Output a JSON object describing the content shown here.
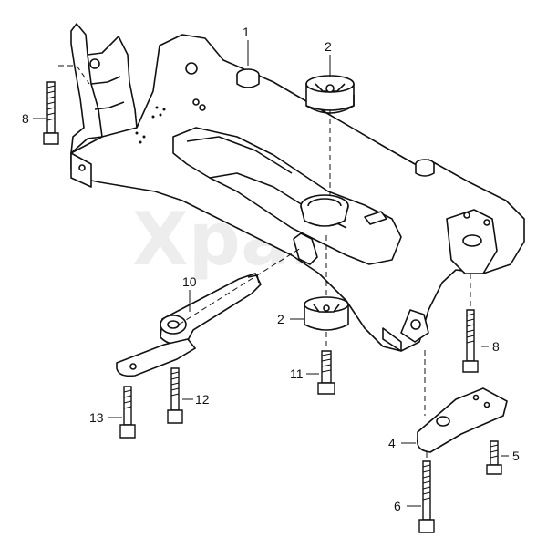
{
  "watermark": "Xparts",
  "callouts": [
    {
      "id": "c1",
      "text": "1"
    },
    {
      "id": "c2a",
      "text": "2"
    },
    {
      "id": "c2b",
      "text": "2"
    },
    {
      "id": "c4",
      "text": "4"
    },
    {
      "id": "c5",
      "text": "5"
    },
    {
      "id": "c6",
      "text": "6"
    },
    {
      "id": "c8a",
      "text": "8"
    },
    {
      "id": "c8b",
      "text": "8"
    },
    {
      "id": "c10",
      "text": "10"
    },
    {
      "id": "c11",
      "text": "11"
    },
    {
      "id": "c12",
      "text": "12"
    },
    {
      "id": "c13",
      "text": "13"
    }
  ],
  "colors": {
    "ink": "#111111",
    "paper": "#ffffff",
    "watermark": "#d9d9d9"
  }
}
